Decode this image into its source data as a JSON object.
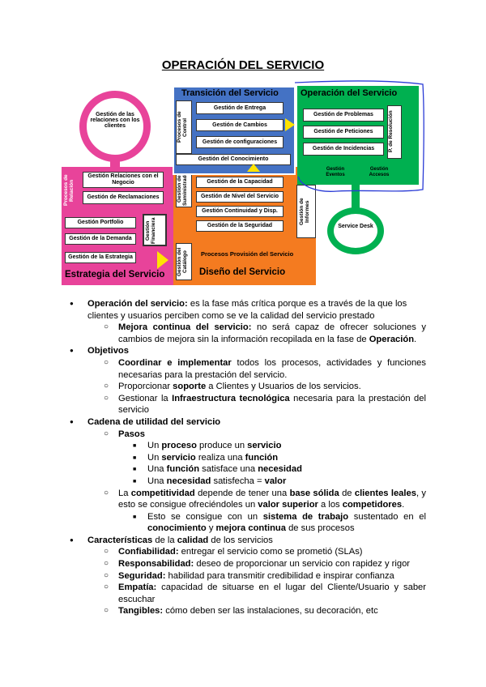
{
  "title": "OPERACIÓN DEL SERVICIO",
  "diagram": {
    "relaciones_clientes": "Gestión de las relaciones con los clientes",
    "transicion": {
      "header": "Transición del Servicio",
      "control": "Procesos de Control",
      "items": [
        "Gestión de Entrega",
        "Gestión de Cambios",
        "Gestión de configuraciones"
      ],
      "conocimiento": "Gestión del Conocimiento"
    },
    "operacion": {
      "header": "Operación del Servicio",
      "items": [
        "Gestión de Problemas",
        "Gestión de Peticiones",
        "Gestión de Incidencias"
      ],
      "resolucion": "P. de Resolución",
      "eventos": "Gestión Eventos",
      "accesos": "Gestión Accesos",
      "service_desk": "Service Desk"
    },
    "estrategia": {
      "header": "Estrategia del Servicio",
      "relacion": "Procesos de Relación",
      "items_relacion": [
        "Gestión Relaciones con el Negocio",
        "Gestión de Reclamaciones"
      ],
      "items": [
        "Gestión Portfolio",
        "Gestión de la Demanda",
        "Gestión de la Estrategia"
      ],
      "financiera": "Gestión Financiera"
    },
    "diseno": {
      "header": "Diseño del Servicio",
      "suministrador": "Gestión de Suministrador",
      "items": [
        "Gestión de la Capacidad",
        "Gestión de Nivel del Servicio",
        "Gestión Continuidad y Disp.",
        "Gestión de la Seguridad"
      ],
      "informes": "Gestión de Informes",
      "provision": "Procesos Provisión del Servicio",
      "catalogo": "Gestión del Catálogo"
    },
    "colors": {
      "pink": "#e8439a",
      "blue": "#4472c4",
      "green": "#00b050",
      "orange": "#f47b20"
    }
  },
  "content": {
    "op1_a": "Operación del servicio:",
    "op1_b": " es la fase más crítica porque es a través de la que los clientes y usuarios perciben como se ve la calidad del servicio prestado",
    "op2_a": "Mejora continua del servicio:",
    "op2_b": " no será capaz de ofrecer soluciones y cambios de mejora sin la información recopilada en la fase de ",
    "op2_c": "Operación",
    "op2_d": ".",
    "obj": "Objetivos",
    "obj1_a": "Coordinar e implementar",
    "obj1_b": " todos los procesos, actividades y funciones necesarias para la prestación del servicio.",
    "obj2_a": "Proporcionar ",
    "obj2_b": "soporte",
    "obj2_c": " a Clientes y Usuarios de los servicios.",
    "obj3_a": "Gestionar la ",
    "obj3_b": "Infraestructura tecnológica",
    "obj3_c": " necesaria para la prestación del servicio",
    "cad": "Cadena de utilidad del servicio",
    "pasos": "Pasos",
    "p1": [
      "Un ",
      "proceso",
      " produce un ",
      "servicio"
    ],
    "p2": [
      "Un ",
      "servicio",
      " realiza una ",
      "función"
    ],
    "p3": [
      "Una ",
      "función",
      " satisface una ",
      "necesidad"
    ],
    "p4": [
      "Una ",
      "necesidad",
      " satisfecha = ",
      "valor"
    ],
    "comp": [
      "La ",
      "competitividad",
      " depende de tener una ",
      "base sólida",
      " de ",
      "clientes leales",
      ", y esto se consigue ofreciéndoles un ",
      "valor superior",
      " a los ",
      "competidores",
      "."
    ],
    "comp2": [
      "Esto se consigue con un ",
      "sistema de trabajo",
      " sustentado en el ",
      "conocimiento",
      " y ",
      "mejora continua",
      " de sus procesos"
    ],
    "car": [
      "Características",
      " de la ",
      "calidad",
      " de los servicios"
    ],
    "c1": [
      "Confiabilidad:",
      " entregar el servicio como se prometió (SLAs)"
    ],
    "c2": [
      "Responsabilidad:",
      " deseo de proporcionar un servicio con rapidez y rigor"
    ],
    "c3": [
      "Seguridad:",
      " habilidad para transmitir credibilidad e inspirar confianza"
    ],
    "c4": [
      "Empatía:",
      " capacidad de situarse en el lugar del Cliente/Usuario y saber escuchar"
    ],
    "c5": [
      "Tangibles:",
      " cómo deben ser las instalaciones, su decoración, etc"
    ]
  }
}
